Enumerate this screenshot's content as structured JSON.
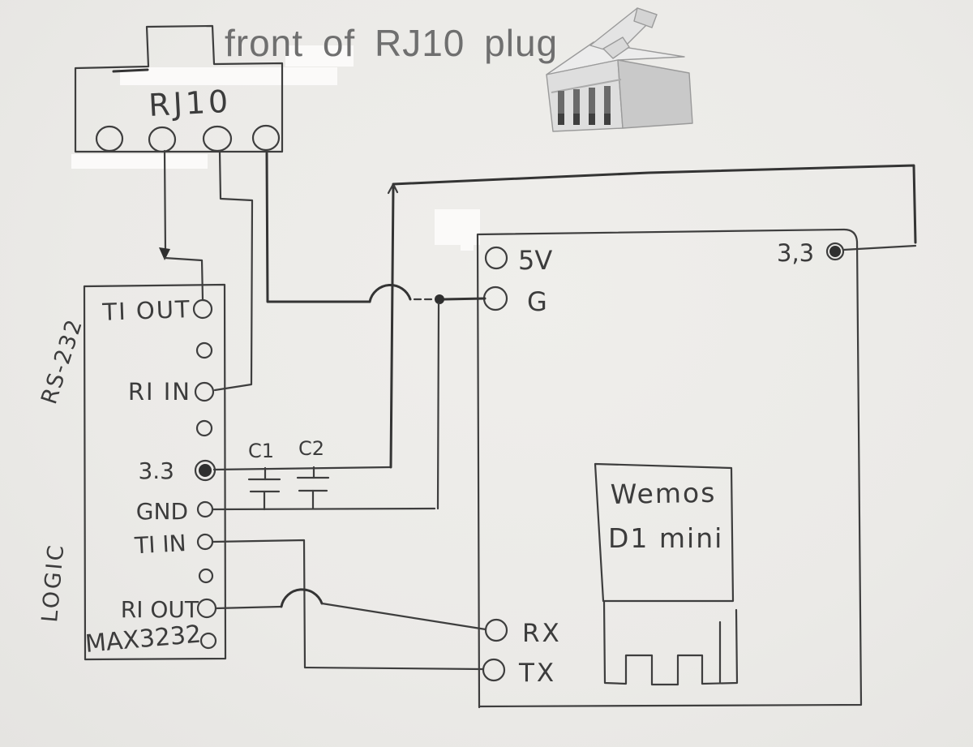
{
  "title": "front of RJ10 plug",
  "rj10": {
    "label": "RJ10",
    "pin_count": 4
  },
  "max3232": {
    "side_labels": {
      "top": "RS-232",
      "bottom": "LOGIC"
    },
    "chip_label": "MAX3232",
    "pin_labels": {
      "ti_out": "TI OUT",
      "ri_in": "RI IN",
      "v33": "3.3",
      "gnd": "GND",
      "ti_in": "TI IN",
      "ri_out": "RI OUT"
    }
  },
  "capacitors": {
    "c1": "C1",
    "c2": "C2"
  },
  "wemos": {
    "module_name_line1": "Wemos",
    "module_name_line2": "D1 mini",
    "pin_labels": {
      "v5": "5V",
      "g": "G",
      "v33": "3,3",
      "rx": "RX",
      "tx": "TX"
    }
  },
  "colors": {
    "ink": "#3e3e3e",
    "paper": "#edecea",
    "title_gray": "#6f6f6f"
  }
}
